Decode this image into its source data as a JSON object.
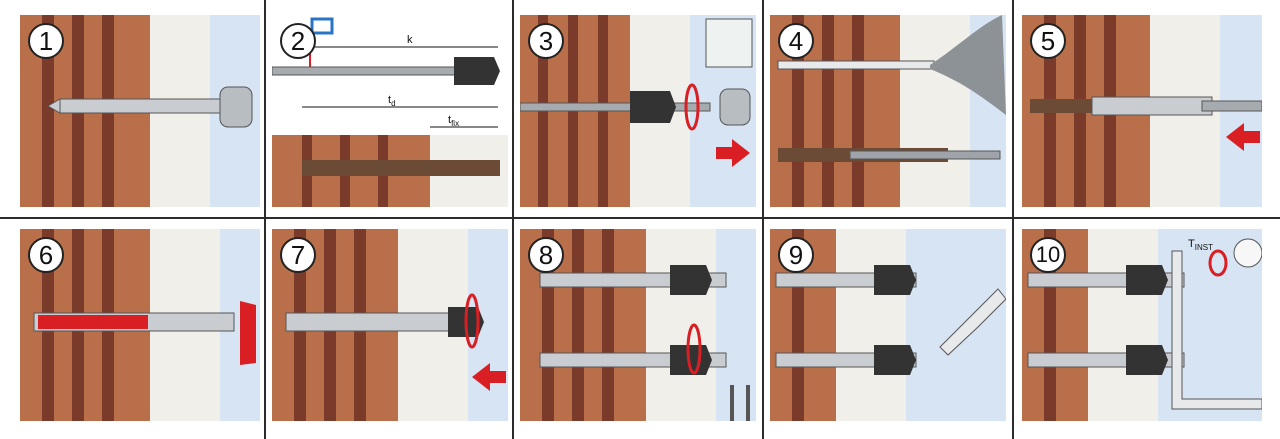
{
  "steps": [
    {
      "number": "1"
    },
    {
      "number": "2"
    },
    {
      "number": "3"
    },
    {
      "number": "4"
    },
    {
      "number": "5"
    },
    {
      "number": "6"
    },
    {
      "number": "7"
    },
    {
      "number": "8"
    },
    {
      "number": "9"
    },
    {
      "number": "10"
    }
  ],
  "labels": {
    "k": "k",
    "t": "t",
    "d_sub": "d",
    "fix_sub": "fix",
    "tinst": "T",
    "tinst_sub": "INST"
  },
  "colors": {
    "mortar": "#b9704a",
    "brick": "#7a3b2a",
    "insulation": "#f1efe9",
    "air": "#d7e4f3",
    "resin": "#d91f24",
    "arrow": "#d91f24",
    "steel": "#9ea4aa"
  }
}
